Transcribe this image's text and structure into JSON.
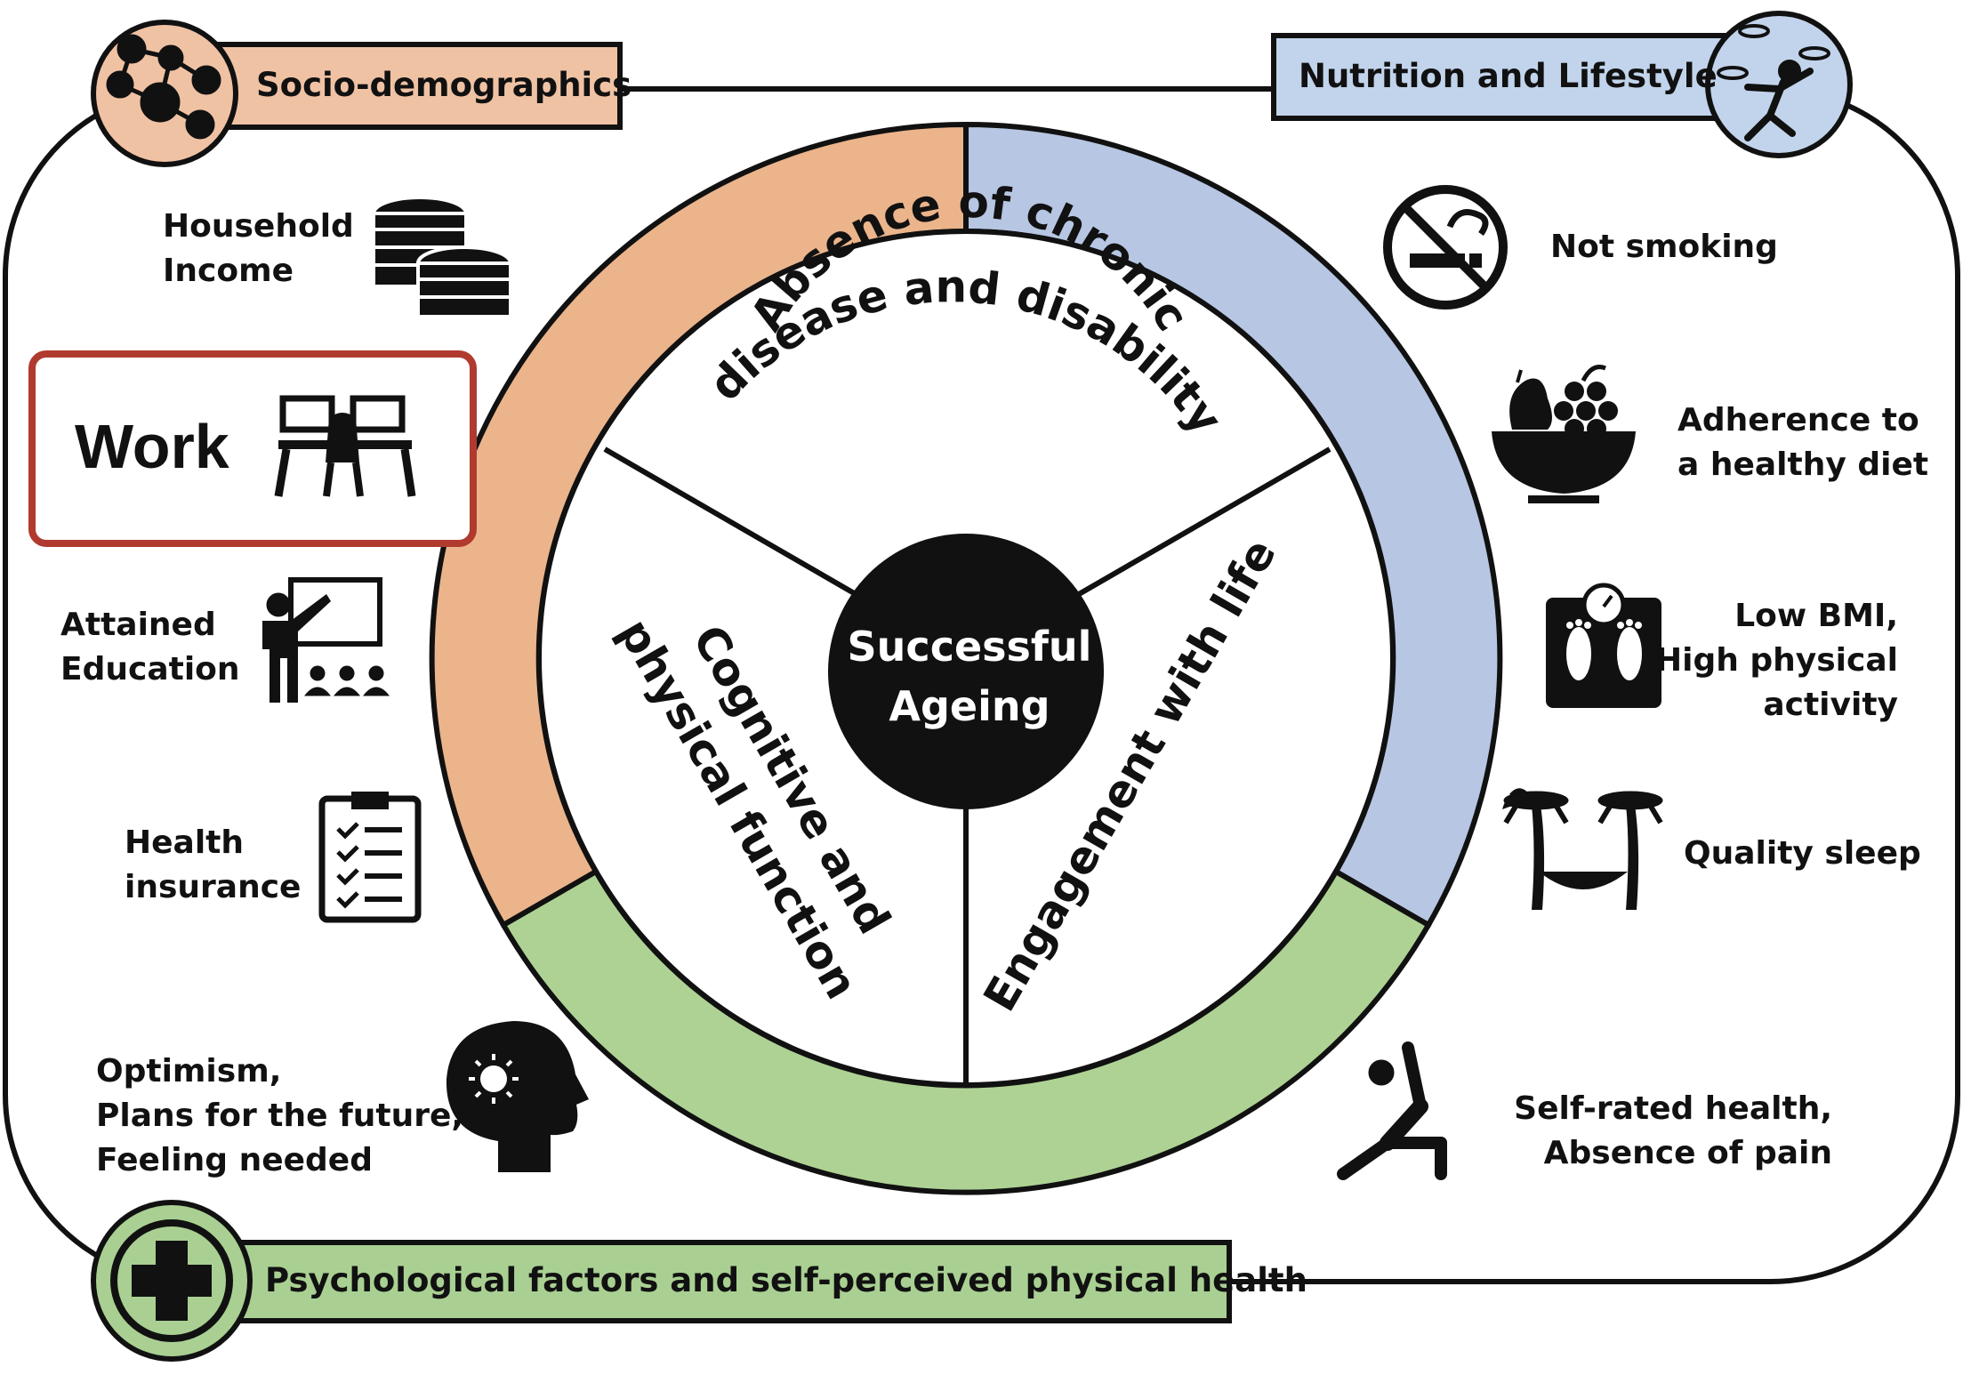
{
  "colors": {
    "socio": "#ebb48b",
    "socio_header": "#f0c2a4",
    "nutrition": "#b6c6e3",
    "nutrition_header": "#c2d4ec",
    "psych": "#aed294",
    "psych_header": "#a9d092",
    "highlight": "#b03a2e",
    "ink": "#111111"
  },
  "headers": {
    "socio": "Socio-demographics",
    "nutrition": "Nutrition and Lifestyle",
    "psych": "Psychological factors and self-perceived physical health"
  },
  "center": {
    "line1": "Successful",
    "line2": "Ageing"
  },
  "segments": {
    "top_line1": "Absence of chronic",
    "top_line2": "disease and disability",
    "left_line1": "Cognitive and",
    "left_line2": "physical function",
    "right": "Engagement with life"
  },
  "left_items": {
    "income": [
      "Household",
      "Income"
    ],
    "work": "Work",
    "education": [
      "Attained",
      "Education"
    ],
    "insurance": [
      "Health",
      "insurance"
    ],
    "optimism": [
      "Optimism,",
      "Plans for the future,",
      "Feeling needed"
    ]
  },
  "right_items": {
    "smoking": [
      "Not smoking"
    ],
    "diet": [
      "Adherence to",
      "a healthy diet"
    ],
    "bmi": [
      "Low BMI,",
      "High physical",
      "activity"
    ],
    "sleep": [
      "Quality sleep"
    ],
    "selfrated": [
      "Self-rated health,",
      "Absence of pain"
    ]
  },
  "icons": {
    "socio": "network-people-icon",
    "nutrition": "juggler-icon",
    "psych": "medical-cross-icon",
    "income": "coins-icon",
    "work": "workstation-icon",
    "education": "teacher-icon",
    "insurance": "clipboard-checklist-icon",
    "optimism": "head-idea-icon",
    "smoking": "no-smoking-icon",
    "diet": "fruit-bowl-icon",
    "bmi": "scale-icon",
    "sleep": "hammock-icon",
    "selfrated": "stretching-icon"
  }
}
